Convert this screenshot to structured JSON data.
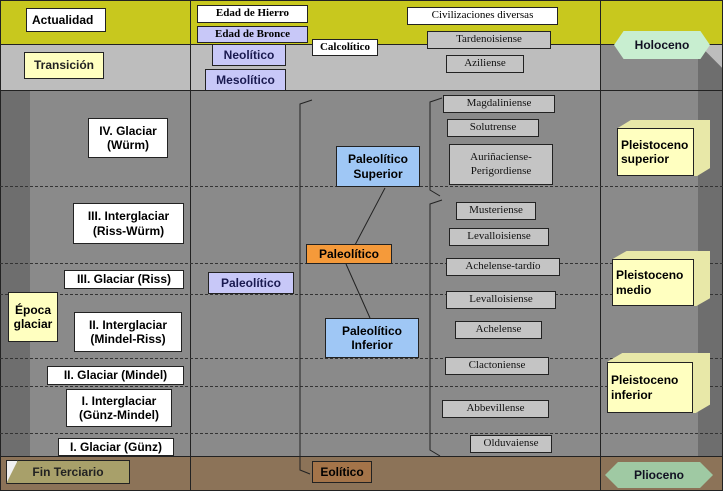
{
  "colors": {
    "top_band": "#c8c81e",
    "holocene_band": "#bdbdbd",
    "pleistocene_band": "#8a8a8a",
    "tertiary_band": "#8c7358",
    "dark_shade": "#6e6e6e"
  },
  "left": {
    "actualidad": "Actualidad",
    "transicion": "Transición",
    "glacial_4": [
      "IV. Glaciar",
      "(Würm)"
    ],
    "interglacial_3": [
      "III. Interglaciar",
      "(Riss-Würm)"
    ],
    "glacial_3": "III. Glaciar (Riss)",
    "epoca": [
      "Época",
      "glaciar"
    ],
    "interglacial_2": [
      "II. Interglaciar",
      "(Mindel-Riss)"
    ],
    "glacial_2": "II. Glaciar (Mindel)",
    "interglacial_1": [
      "I. Interglaciar",
      "(Günz-Mindel)"
    ],
    "glacial_1": "I. Glaciar (Günz)",
    "fin_terciario": "Fin Terciario"
  },
  "middle": {
    "edad_hierro": "Edad de Hierro",
    "edad_bronce": "Edad de Bronce",
    "calcolitico": "Calcolítico",
    "neolitico": "Neolítico",
    "mesolitico": "Mesolítico",
    "paleolitico": "Paleolítico",
    "paleolitico_superior": [
      "Paleolítico",
      "Superior"
    ],
    "paleolitico_center": "Paleolítico",
    "paleolitico_inferior": [
      "Paleolítico",
      "Inferior"
    ],
    "eolitico": "Eolítico"
  },
  "cultures": {
    "civilizaciones": "Civilizaciones diversas",
    "tardenoisiense": "Tardenoisiense",
    "aziliense": "Aziliense",
    "magdaliniense": "Magdaliniense",
    "solutrense": "Solutrense",
    "aurinaciense": [
      "Auriñaciense-",
      "Perigordiense"
    ],
    "musteriense": "Musteriense",
    "levalloisiense_1": "Levalloisiense",
    "achelense_tardio": "Achelense-tardío",
    "levalloisiense_2": "Levalloisiense",
    "achelense": "Achelense",
    "clactoniense": "Clactoniense",
    "abbevillense": "Abbevillense",
    "olduvaiense": "Olduvaiense"
  },
  "right": {
    "holoceno": "Holoceno",
    "pleistoceno_superior": [
      "Pleistoceno",
      "superior"
    ],
    "pleistoceno_medio": [
      "Pleistoceno",
      "medio"
    ],
    "pleistoceno_inferior": [
      "Pleistoceno",
      "inferior"
    ],
    "plioceno": "Plioceno"
  }
}
